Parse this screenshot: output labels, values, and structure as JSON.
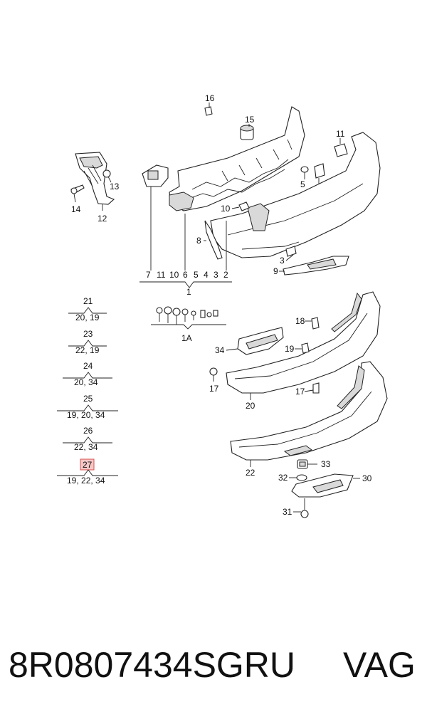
{
  "diagram": {
    "callouts": {
      "c16": "16",
      "c15": "15",
      "c11": "11",
      "c13": "13",
      "c14": "14",
      "c12": "12",
      "c5": "5",
      "c4": "4",
      "c10": "10",
      "c8": "8",
      "c3": "3",
      "c9": "9",
      "c18": "18",
      "c19": "19",
      "c34": "34",
      "c17a": "17",
      "c17b": "17",
      "c20": "20",
      "c22": "22",
      "c33": "33",
      "c32": "32",
      "c30": "30",
      "c31": "31"
    },
    "group1": {
      "members": [
        "7",
        "11",
        "10",
        "6",
        "5",
        "4",
        "3",
        "2"
      ],
      "label": "1"
    },
    "group1a": {
      "label": "1A"
    },
    "legend": [
      {
        "top": "21",
        "bottom": "20, 19",
        "highlighted": false
      },
      {
        "top": "23",
        "bottom": "22, 19",
        "highlighted": false
      },
      {
        "top": "24",
        "bottom": "20, 34",
        "highlighted": false
      },
      {
        "top": "25",
        "bottom": "19, 20, 34",
        "highlighted": false
      },
      {
        "top": "26",
        "bottom": "22, 34",
        "highlighted": false
      },
      {
        "top": "27",
        "bottom": "19, 22, 34",
        "highlighted": true
      }
    ],
    "highlight_color": "#f4c7c7",
    "highlight_border": "#d9534f"
  },
  "footer": {
    "part_number": "8R0807434SGRU",
    "brand": "VAG"
  }
}
